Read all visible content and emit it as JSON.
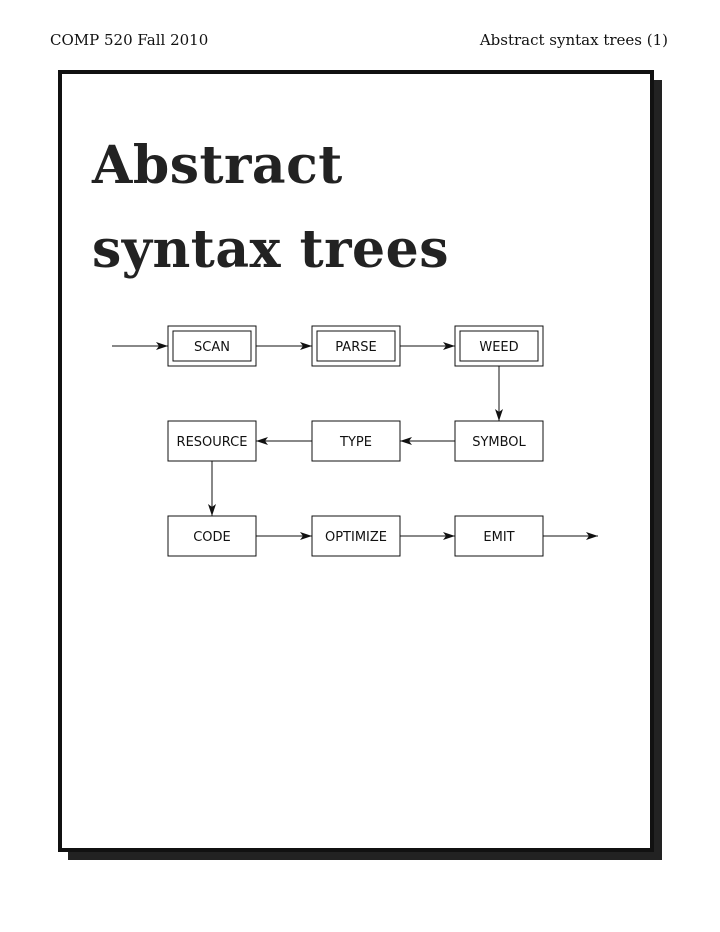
{
  "header": {
    "left": "COMP 520 Fall 2010",
    "right": "Abstract syntax trees (1)"
  },
  "slide": {
    "title_line1": "Abstract",
    "title_line2": "syntax trees"
  },
  "diagram": {
    "nodes": [
      {
        "id": "scan",
        "label": "SCAN",
        "double": true
      },
      {
        "id": "parse",
        "label": "PARSE",
        "double": true
      },
      {
        "id": "weed",
        "label": "WEED",
        "double": true
      },
      {
        "id": "resource",
        "label": "RESOURCE",
        "double": false
      },
      {
        "id": "type",
        "label": "TYPE",
        "double": false
      },
      {
        "id": "symbol",
        "label": "SYMBOL",
        "double": false
      },
      {
        "id": "code",
        "label": "CODE",
        "double": false
      },
      {
        "id": "optimize",
        "label": "OPTIMIZE",
        "double": false
      },
      {
        "id": "emit",
        "label": "EMIT",
        "double": false
      }
    ],
    "edges": [
      [
        "in",
        "scan"
      ],
      [
        "scan",
        "parse"
      ],
      [
        "parse",
        "weed"
      ],
      [
        "weed",
        "symbol"
      ],
      [
        "symbol",
        "type"
      ],
      [
        "type",
        "resource"
      ],
      [
        "resource",
        "code"
      ],
      [
        "code",
        "optimize"
      ],
      [
        "optimize",
        "emit"
      ],
      [
        "emit",
        "out"
      ]
    ]
  }
}
